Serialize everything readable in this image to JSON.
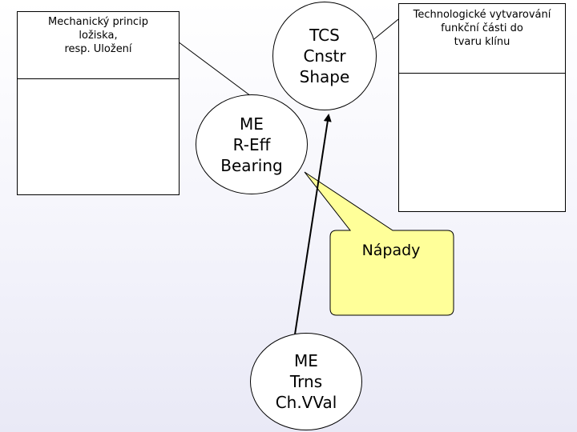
{
  "left_box": {
    "lines": [
      "Mechanický princip",
      "ložiska,",
      "resp. Uložení"
    ]
  },
  "right_box": {
    "lines": [
      "Technologické vytvarování",
      "funkční části do",
      "tvaru klínu"
    ]
  },
  "ellipses": {
    "tcs": [
      "TCS",
      "Cnstr",
      "Shape"
    ],
    "me_reff": [
      "ME",
      "R-Eff",
      "Bearing"
    ],
    "me_trns": [
      "ME",
      "Trns",
      "Ch.VVal"
    ]
  },
  "callout": {
    "label": "Nápady",
    "fill": "#ffff99"
  }
}
